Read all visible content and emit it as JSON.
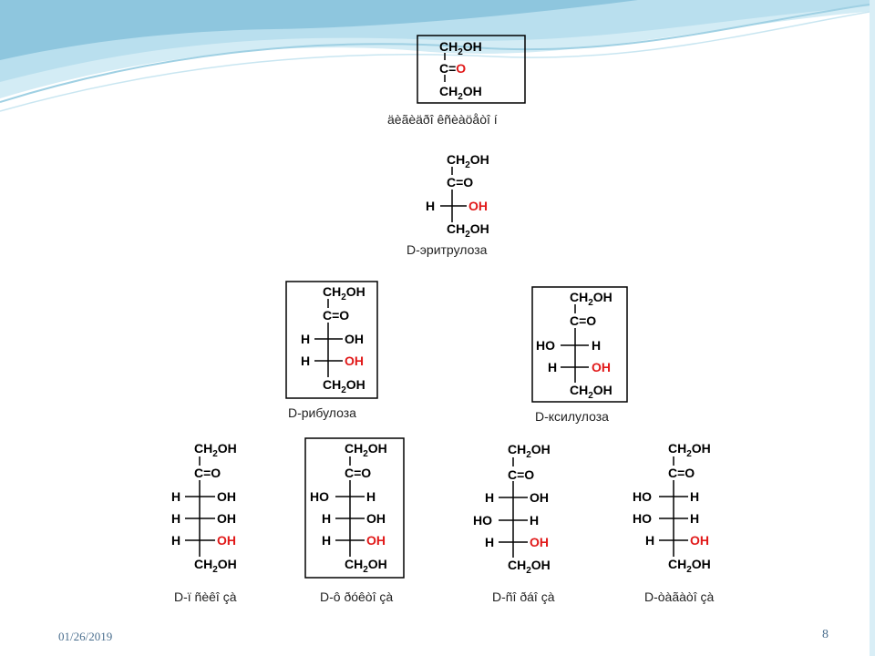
{
  "slide": {
    "date": "01/26/2019",
    "page_number": "8",
    "accent_color": "#8ec6de",
    "highlight_color": "#e11919"
  },
  "labels": {
    "ch2oh_ch": "CH",
    "ch2oh_sub": "2",
    "ch2oh_oh": "OH",
    "carbonyl_c": "C=",
    "carbonyl_o": "O",
    "h": "H",
    "oh": "OH",
    "ho": "HO"
  },
  "structures": {
    "dihydroxyacetone": {
      "caption": "äèãèäðî êñèàöåòî í",
      "carbonyl_o_red": true
    },
    "d_erythrulose": {
      "caption": "D-эритрулоза"
    },
    "d_ribulose": {
      "caption": "D-рибулоза"
    },
    "d_xylulose": {
      "caption": "D-ксилулоза"
    },
    "d_psicose": {
      "caption": "D-ï ñèêî çà"
    },
    "d_fructose": {
      "caption": "D-ô ðóêòî çà"
    },
    "d_sorbose": {
      "caption": "D-ñî ðáî çà"
    },
    "d_tagatose": {
      "caption": "D-òàãàòî çà"
    }
  }
}
